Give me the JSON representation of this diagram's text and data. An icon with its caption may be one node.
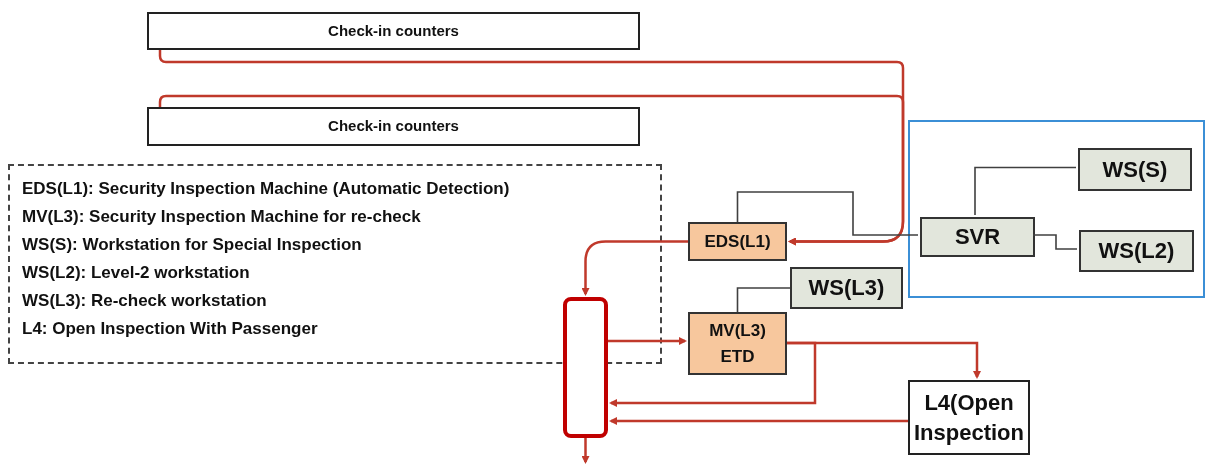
{
  "diagram": {
    "nodes": [
      {
        "text": [
          "Check-in counters"
        ]
      },
      {
        "text": [
          "Check-in counters"
        ]
      },
      {
        "text": [],
        "shape": "box"
      },
      {
        "text": [
          "EDS(L1)"
        ]
      },
      {
        "text": [
          "SVR"
        ],
        "in": 2
      },
      {
        "text": [
          "WS(S)"
        ],
        "in": 2
      },
      {
        "text": [
          "WS(L2)"
        ],
        "in": 2
      },
      {
        "text": [
          "WS(L3)"
        ]
      },
      {
        "text": [
          "MV(L3) ETD"
        ]
      },
      {
        "text": [],
        "shape": "bar"
      },
      {
        "text": [
          "L4(Open Inspection"
        ]
      }
    ],
    "edges": [
      {
        "from": 0,
        "to": 3,
        "arrow": "to"
      },
      {
        "from": 1,
        "to": 3,
        "arrow": "to"
      },
      {
        "from": 3,
        "to": 9,
        "arrow": "to"
      },
      {
        "from": 9,
        "to": 8,
        "arrow": "to"
      },
      {
        "from": 8,
        "to": 10,
        "arrow": "to"
      },
      {
        "from": 8,
        "to": 9,
        "arrow": "to"
      },
      {
        "from": 10,
        "to": 9,
        "arrow": "to"
      },
      {
        "from": 9,
        "to": null,
        "arrow": "to"
      },
      {
        "from": 3,
        "to": 4,
        "arrow": "none",
        "color": "#404040"
      },
      {
        "from": 4,
        "to": 5,
        "arrow": "none",
        "color": "#404040"
      },
      {
        "from": 4,
        "to": 6,
        "arrow": "none",
        "color": "#404040"
      },
      {
        "from": 8,
        "to": 7,
        "arrow": "none",
        "color": "#404040"
      }
    ],
    "labels": [
      "EDS(L1): Security Inspection Machine (Automatic Detection)",
      "MV(L3): Security Inspection Machine for re-check",
      "WS(S): Workstation for Special Inspection",
      "WS(L2): Level-2 workstation",
      "WS(L3): Re-check workstation",
      "L4: Open Inspection With Passenger"
    ]
  }
}
